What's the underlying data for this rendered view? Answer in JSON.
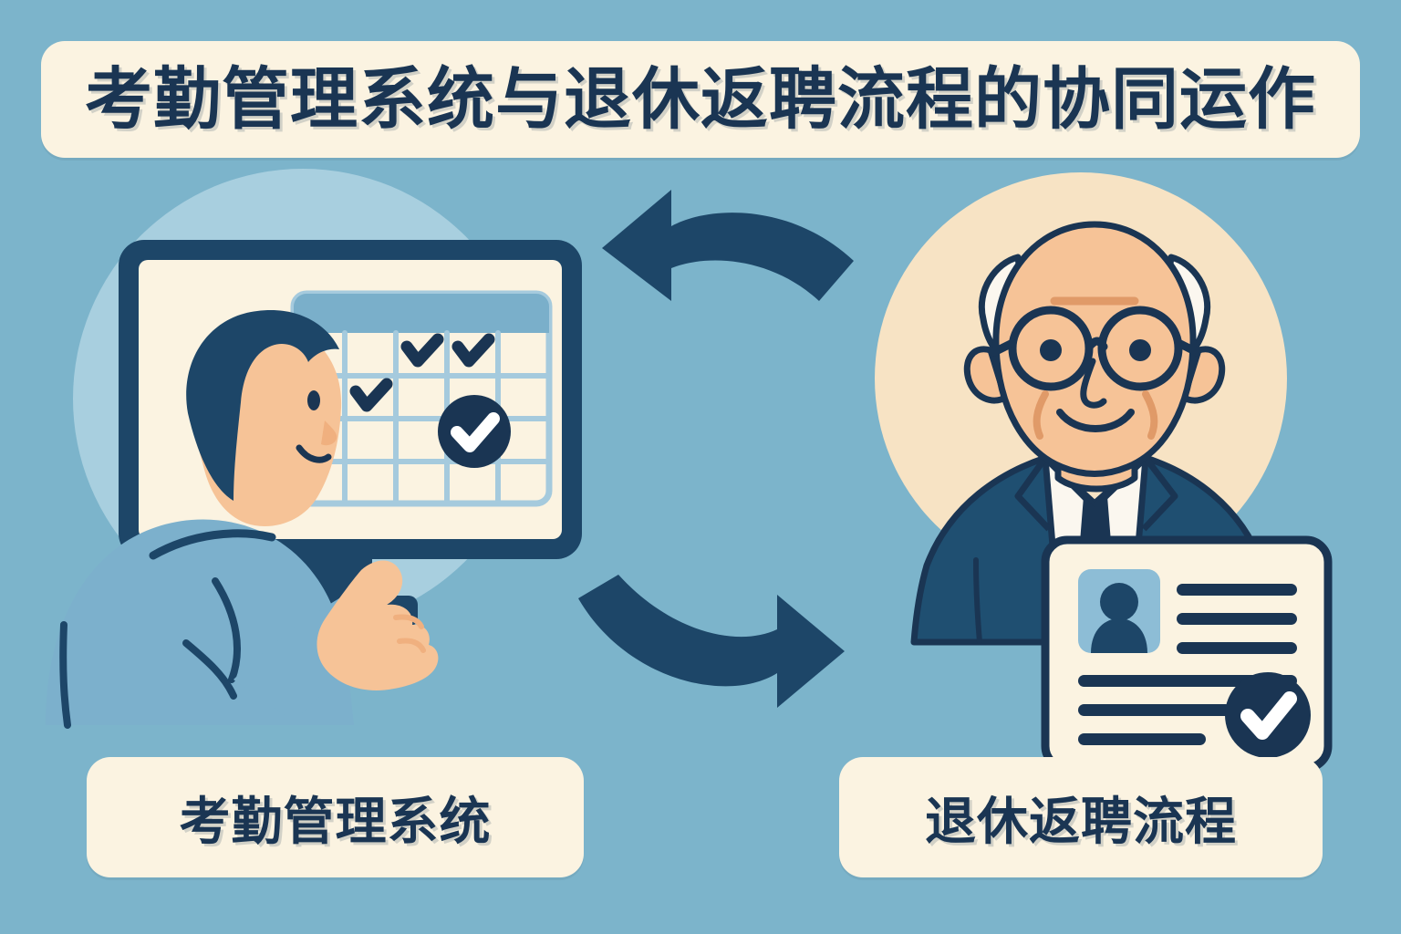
{
  "page": {
    "title": "考勤管理系统与退休返聘流程的协同运作",
    "background_color": "#7cb4cb",
    "card_color": "#fbf3e1",
    "ink_color": "#1a3553",
    "accent_blue": "#7aafca",
    "skin_color": "#f6c397"
  },
  "left_panel": {
    "label": "考勤管理系统",
    "icon": "desktop-monitor-attendance-calendar",
    "backdrop_circle_color": "#a8cfdf",
    "calendar": {
      "columns": 5,
      "rows": 4,
      "header_color": "#7aafca",
      "checked_cells": [
        {
          "row": 1,
          "col": 3
        },
        {
          "row": 1,
          "col": 4
        },
        {
          "row": 2,
          "col": 2
        }
      ],
      "highlight_badge": {
        "row": 3,
        "col": 4,
        "symbol": "check"
      }
    },
    "person": {
      "pose": "profile-pointing-at-screen",
      "hair_color": "#1d4668",
      "shirt_color": "#7cb0cc"
    }
  },
  "right_panel": {
    "label": "退休返聘流程",
    "icon": "senior-employee-with-id-badge",
    "backdrop_circle_color": "#f7e3c4",
    "person": {
      "description": "elderly-man-glasses-suit",
      "suit_color": "#1f4f71",
      "shirt_color": "#fbf7ef",
      "tie_color": "#1a3553",
      "hair_color": "#fbf7ef"
    },
    "id_card": {
      "card_color": "#fbf3e1",
      "photo_placeholder_color": "#8dbdd6",
      "avatar_icon": "user-silhouette",
      "detail_lines": 3,
      "body_lines": 3,
      "verified_badge": "check-circle"
    }
  },
  "arrows": {
    "top": {
      "direction": "left",
      "semantic": "flow-back-to-attendance-system"
    },
    "bottom": {
      "direction": "right",
      "semantic": "flow-to-rehire-process"
    },
    "color": "#1d4668"
  }
}
